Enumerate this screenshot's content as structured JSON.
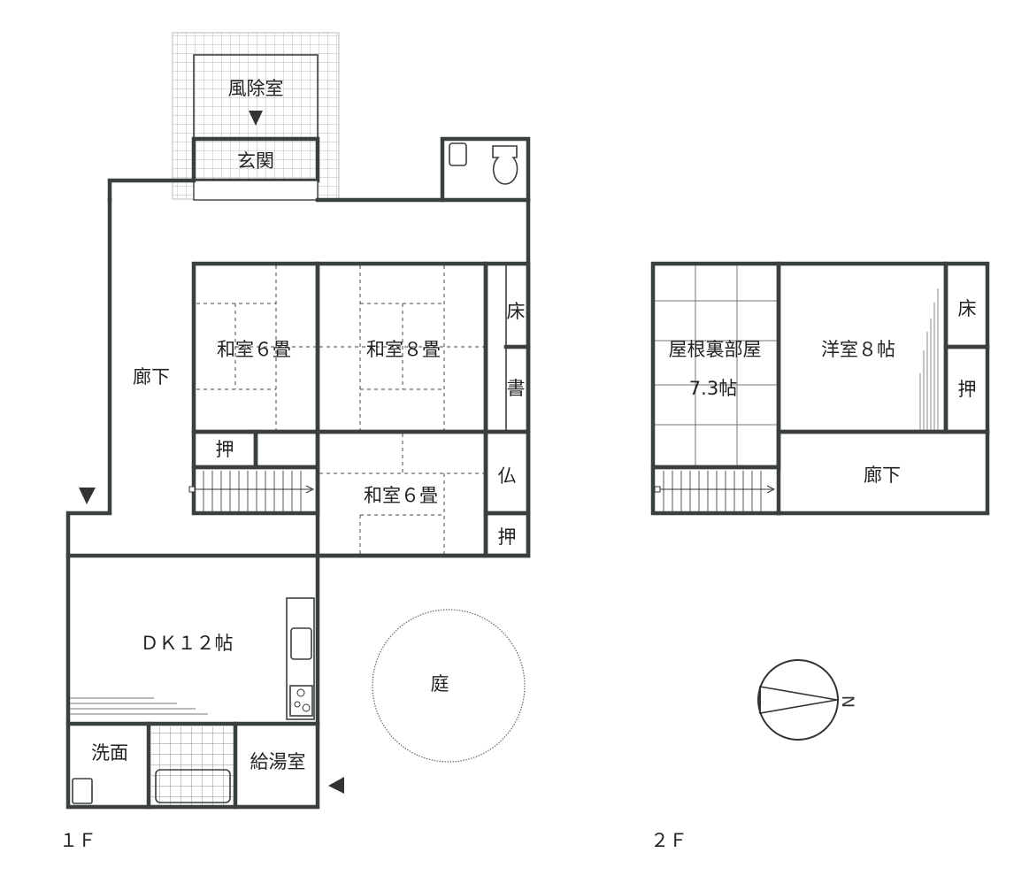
{
  "floors": {
    "first": {
      "label": "１Ｆ",
      "rooms": {
        "windbreak": "風除室",
        "entrance": "玄関",
        "corridor": "廊下",
        "washitsu6a": "和室６畳",
        "washitsu8": "和室８畳",
        "washitsu6b": "和室６畳",
        "tokonoma": "床",
        "shoin": "書",
        "butsuma": "仏",
        "closet_a": "押",
        "closet_b": "押",
        "dk": "ＤＫ１２帖",
        "washroom": "洗面",
        "boiler": "給湯室",
        "garden": "庭"
      }
    },
    "second": {
      "label": "２Ｆ",
      "rooms": {
        "attic_line1": "屋根裏部屋",
        "attic_line2": "7.3帖",
        "western": "洋室８帖",
        "tokonoma": "床",
        "closet": "押",
        "corridor": "廊下"
      }
    }
  },
  "compass": {
    "north_letter": "N"
  },
  "colors": {
    "wall": "#3a3f3f",
    "grid": "#b9bcbc",
    "text": "#222222"
  }
}
